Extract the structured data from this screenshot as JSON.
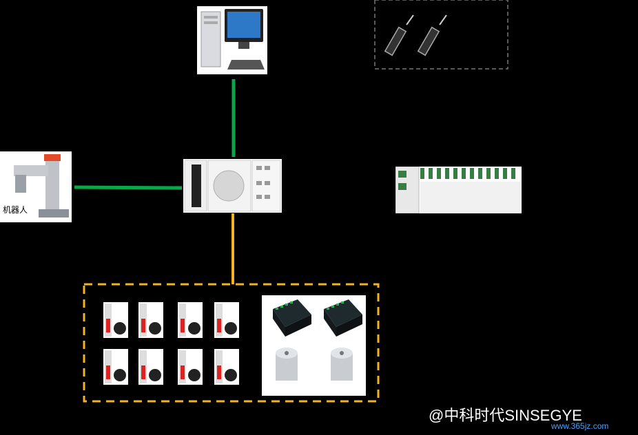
{
  "robot": {
    "label": "机器人"
  },
  "watermark": {
    "text": "@中科时代SINSEGYE"
  },
  "site": {
    "text": "www.365jz.com"
  },
  "colors": {
    "link_green": "#0aa64a",
    "link_yellow": "#f4b323",
    "dashed_gray": "#777777",
    "dashed_yellow": "#f4b323"
  },
  "icons": {
    "pc": "desktop-computer-icon",
    "controller": "motion-controller-icon",
    "robot_arm": "robot-arm-icon",
    "servo_driver": "servo-drive-icon",
    "io_module": "io-module-icon",
    "sensor": "force-sensor-icon",
    "connector": "connector-cable-icon",
    "terminal_block": "terminal-block-icon"
  }
}
